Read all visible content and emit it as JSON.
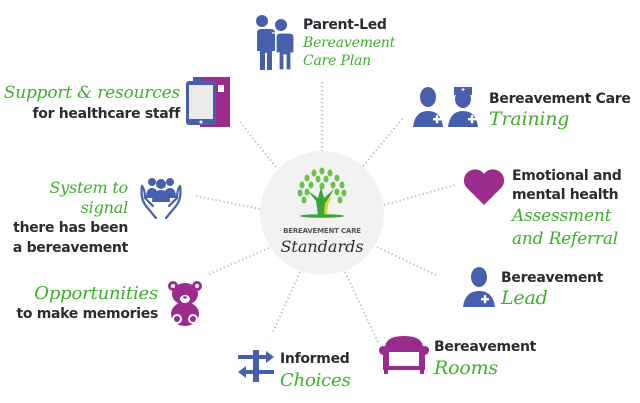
{
  "hub": {
    "title_small": "BEREAVEMENT CARE",
    "title_big": "Standards",
    "icon": "tree-icon"
  },
  "colors": {
    "blue": "#4660ad",
    "purple": "#9b2b8c",
    "green": "#3fae2a",
    "dark_text": "#2b2b33",
    "hub_bg": "#f2f2f2",
    "dotted_line": "#c4c4c4"
  },
  "items": [
    {
      "id": "parent-led",
      "line1": "Parent-Led",
      "line2": "Bereavement",
      "line3": "Care Plan",
      "icon": "parents-icon"
    },
    {
      "id": "training",
      "line1": "Bereavement Care",
      "line2": "Training",
      "icon": "medical-staff-icon"
    },
    {
      "id": "emotional",
      "line1": "Emotional and",
      "line2": "mental health",
      "line3": "Assessment",
      "line4": "and Referral",
      "icon": "heart-icon"
    },
    {
      "id": "lead",
      "line1": "Bereavement",
      "line2": "Lead",
      "icon": "medical-person-icon"
    },
    {
      "id": "rooms",
      "line1": "Bereavement",
      "line2": "Rooms",
      "icon": "armchair-icon"
    },
    {
      "id": "choices",
      "line1": "Informed",
      "line2": "Choices",
      "icon": "signpost-icon"
    },
    {
      "id": "memories",
      "line1": "Opportunities",
      "line2": "to make memories",
      "icon": "teddy-bear-icon"
    },
    {
      "id": "signal",
      "line1": "System to signal",
      "line2": "there has been",
      "line3": "a bereavement",
      "icon": "hands-people-icon"
    },
    {
      "id": "support",
      "line1": "Support & resources",
      "line2": "for healthcare staff",
      "icon": "tablet-icon"
    }
  ]
}
